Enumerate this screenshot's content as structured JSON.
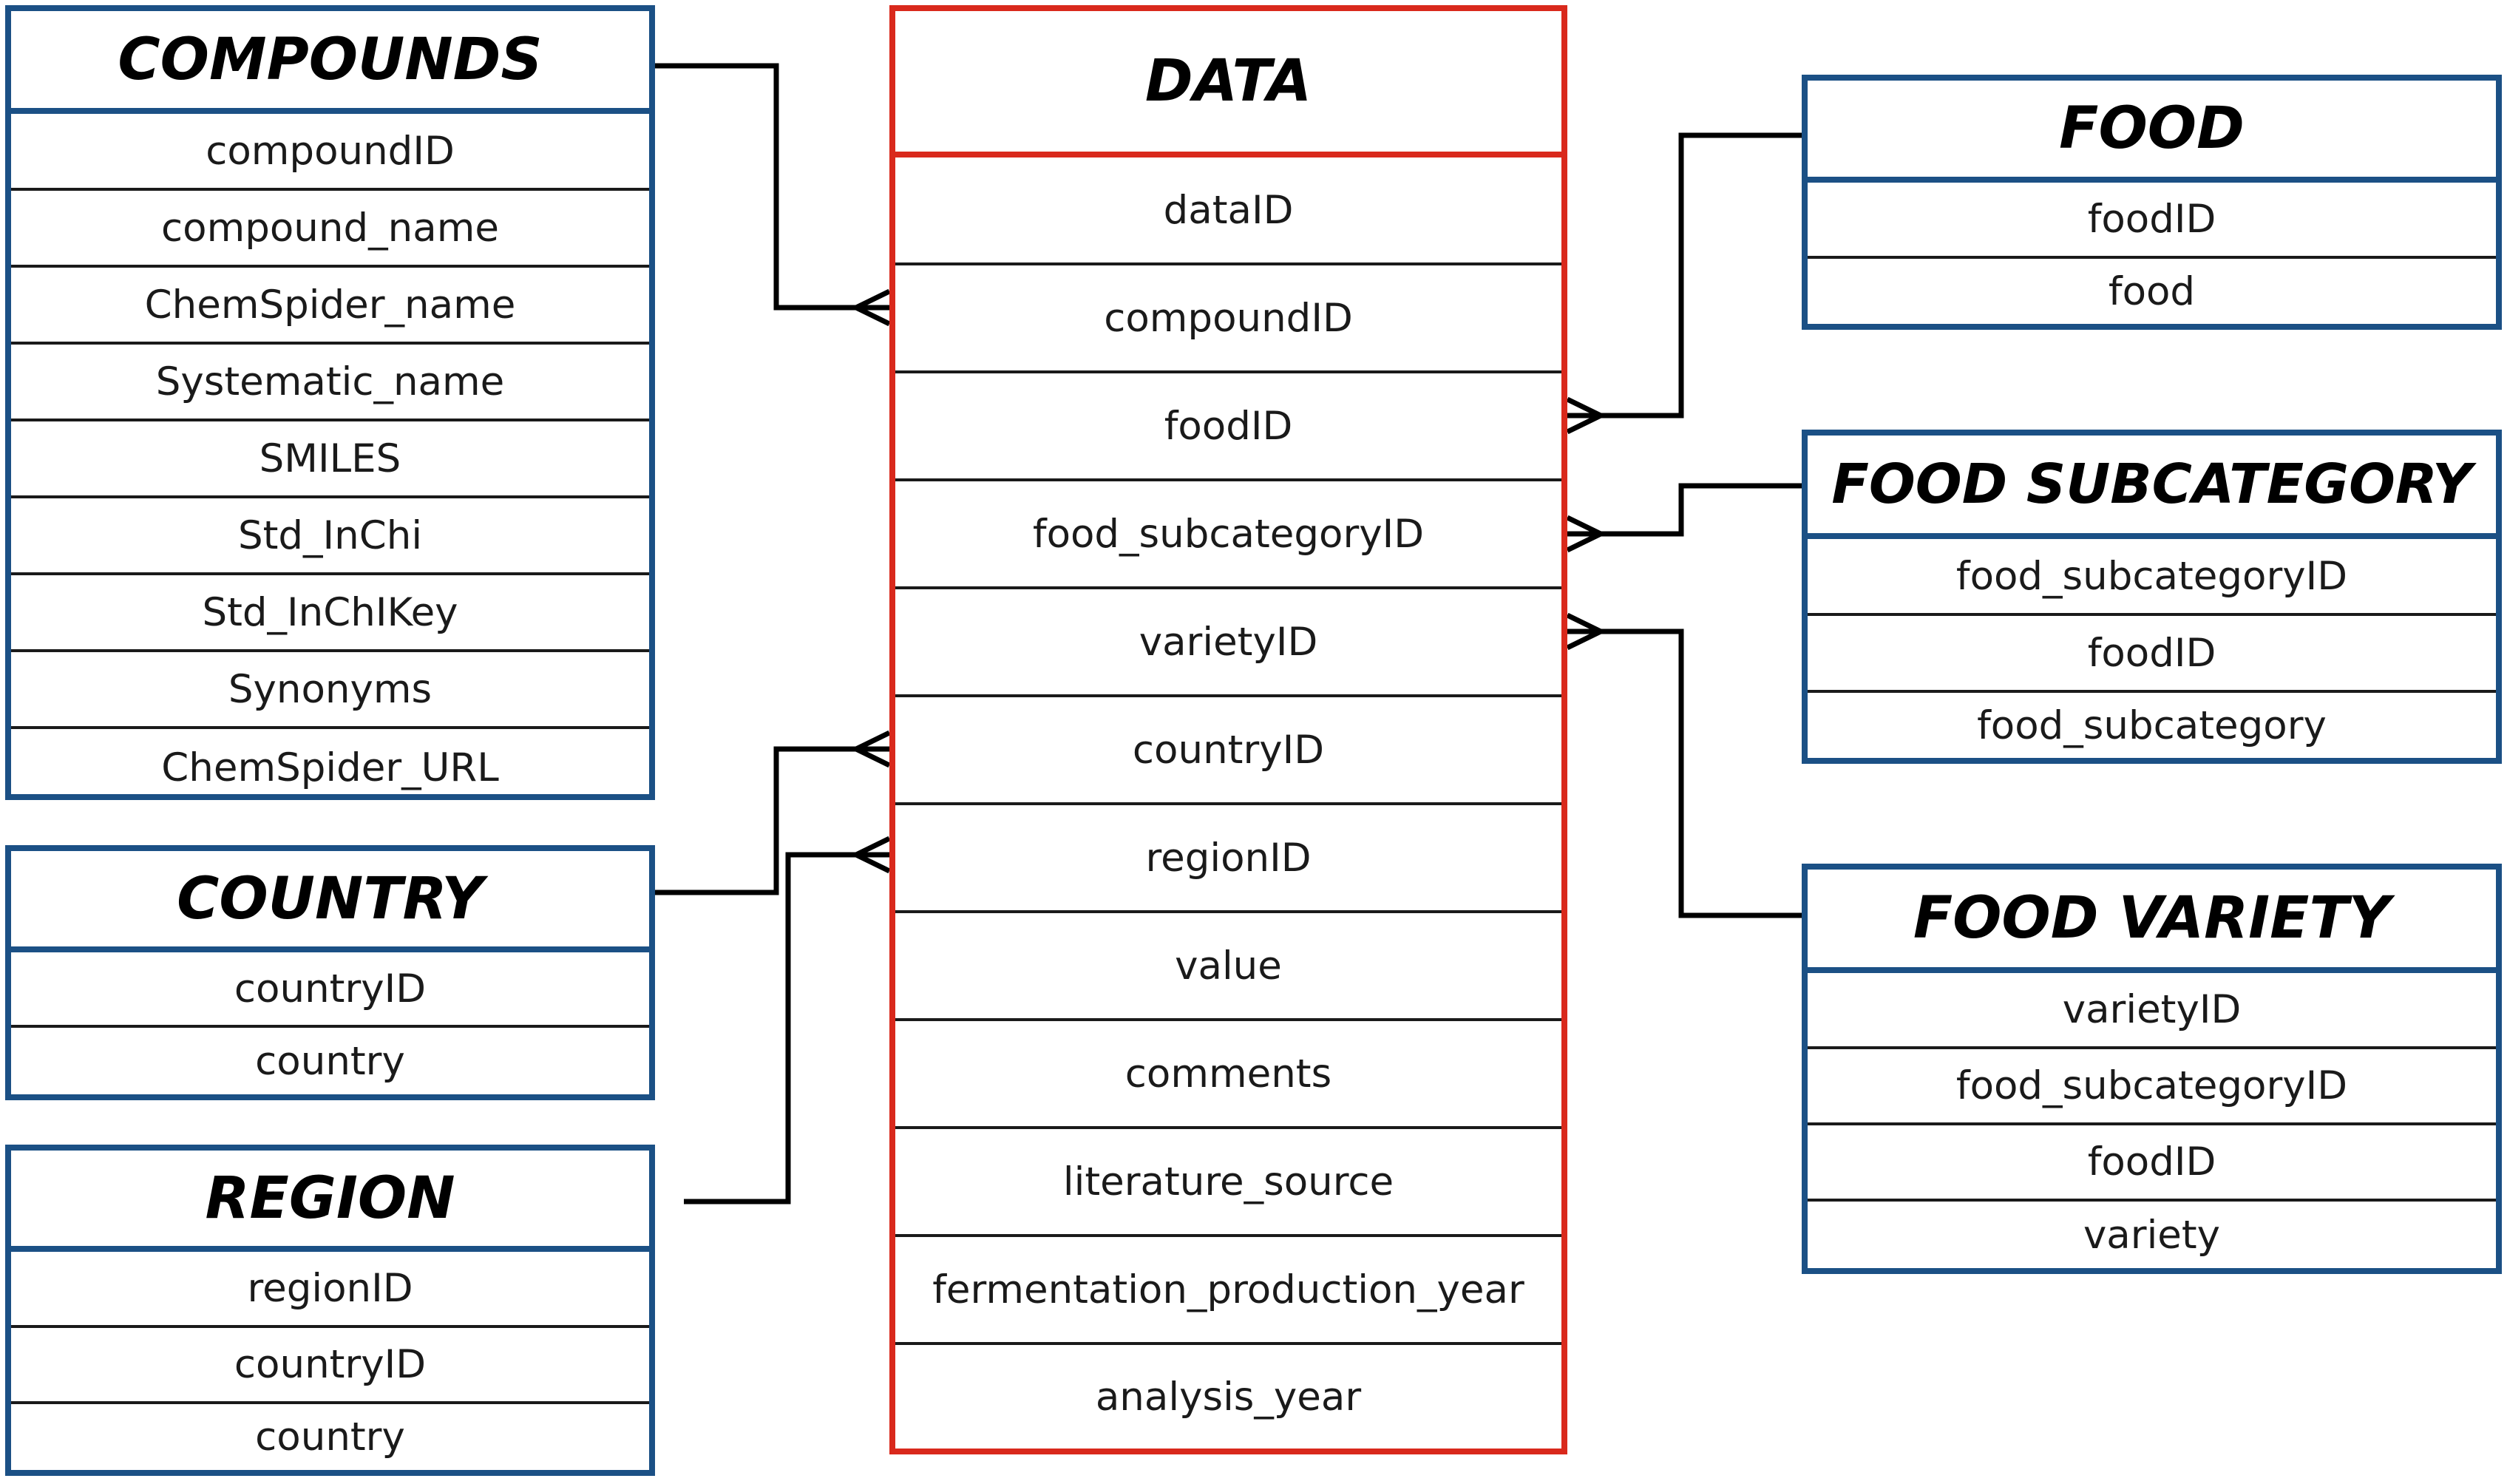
{
  "colors": {
    "entity_border": "#1b5085",
    "data_border": "#d9291c",
    "connector": "#000000"
  },
  "tables": {
    "compounds": {
      "title": "COMPOUNDS",
      "fields": [
        "compoundID",
        "compound_name",
        "ChemSpider_name",
        "Systematic_name",
        "SMILES",
        "Std_InChi",
        "Std_InChIKey",
        "Synonyms",
        "ChemSpider_URL"
      ]
    },
    "country": {
      "title": "COUNTRY",
      "fields": [
        "countryID",
        "country"
      ]
    },
    "region": {
      "title": "REGION",
      "fields": [
        "regionID",
        "countryID",
        "country"
      ]
    },
    "data": {
      "title": "DATA",
      "fields": [
        "dataID",
        "compoundID",
        "foodID",
        "food_subcategoryID",
        "varietyID",
        "countryID",
        "regionID",
        "value",
        "comments",
        "literature_source",
        "fermentation_production_year",
        "analysis_year"
      ]
    },
    "food": {
      "title": "FOOD",
      "fields": [
        "foodID",
        "food"
      ]
    },
    "food_subcategory": {
      "title": "FOOD SUBCATEGORY",
      "fields": [
        "food_subcategoryID",
        "foodID",
        "food_subcategory"
      ]
    },
    "food_variety": {
      "title": "FOOD VARIETY",
      "fields": [
        "varietyID",
        "food_subcategoryID",
        "foodID",
        "variety"
      ]
    }
  },
  "relationships": [
    {
      "from": "compounds",
      "to": "data",
      "field": "compoundID",
      "cardinality": "one-to-many"
    },
    {
      "from": "country",
      "to": "data",
      "field": "countryID",
      "cardinality": "one-to-many"
    },
    {
      "from": "region",
      "to": "data",
      "field": "regionID",
      "cardinality": "one-to-many"
    },
    {
      "from": "food",
      "to": "data",
      "field": "foodID",
      "cardinality": "one-to-many"
    },
    {
      "from": "food_subcategory",
      "to": "data",
      "field": "food_subcategoryID",
      "cardinality": "one-to-many"
    },
    {
      "from": "food_variety",
      "to": "data",
      "field": "varietyID",
      "cardinality": "one-to-many"
    }
  ]
}
